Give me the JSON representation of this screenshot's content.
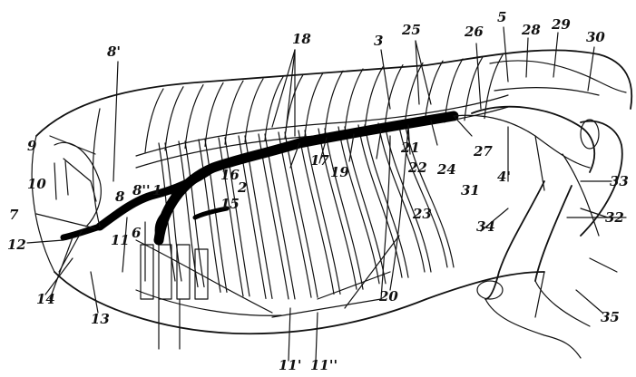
{
  "figure": {
    "description_kind": "anatomical line drawing, lateral view of a dog trunk with main arteries in black",
    "labels": [
      "1",
      "2",
      "3",
      "4'",
      "5",
      "6",
      "7",
      "8",
      "8'",
      "8''",
      "9",
      "10",
      "11",
      "11'",
      "11''",
      "12",
      "13",
      "14",
      "15",
      "16",
      "17",
      "18",
      "19",
      "20",
      "21",
      "22",
      "23",
      "24",
      "25",
      "26",
      "27",
      "28",
      "29",
      "30",
      "31",
      "32",
      "33",
      "34",
      "35"
    ]
  }
}
